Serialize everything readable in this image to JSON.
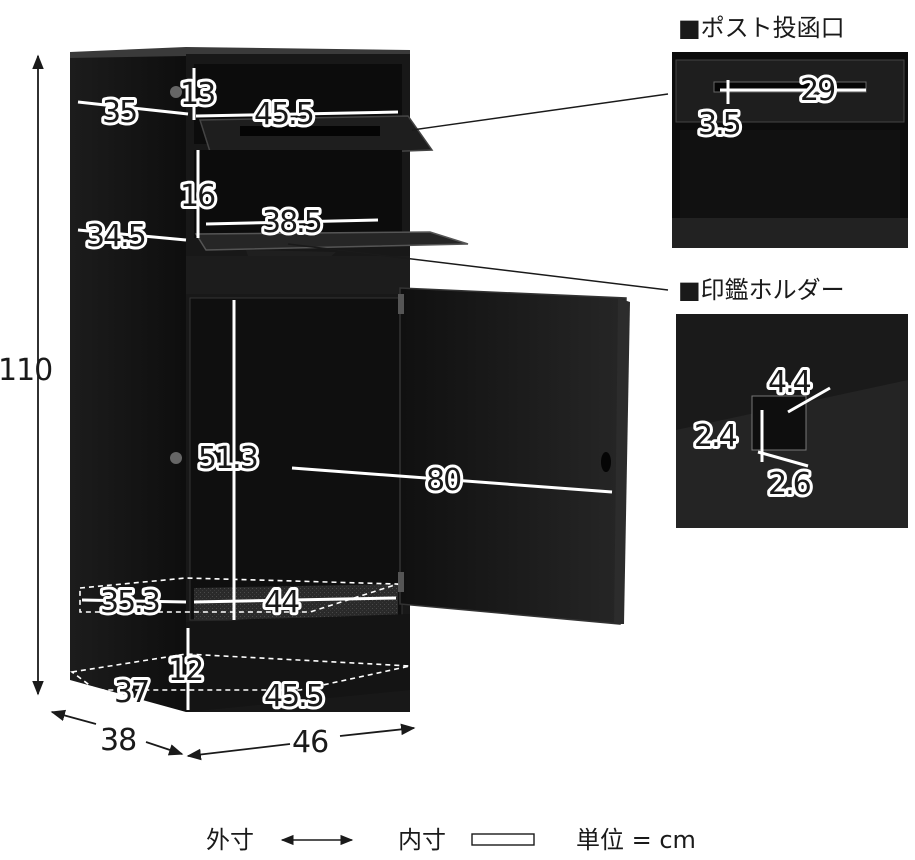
{
  "dimensions": {
    "height_total": "110",
    "depth_outer": "38",
    "width_outer": "46",
    "post_depth": "35",
    "post_height": "13",
    "post_width": "45.5",
    "middle_depth": "34.5",
    "middle_height": "16",
    "middle_width": "38.5",
    "cabinet_height": "51.3",
    "door_height": "80",
    "floor_depth": "35.3",
    "floor_width": "44",
    "base_height": "12",
    "base_depth": "37",
    "base_width": "45.5"
  },
  "callouts": {
    "post_slot": {
      "title": "■ポスト投函口",
      "slot_width": "29",
      "slot_height": "3.5"
    },
    "seal_holder": {
      "title": "■印鑑ホルダー",
      "width": "4.4",
      "height": "2.4",
      "depth": "2.6"
    }
  },
  "legend": {
    "outer_label": "外寸",
    "inner_label": "内寸",
    "unit_text": "単位 = cm"
  },
  "colors": {
    "cabinet": "#141414",
    "cabinet_edge": "#2a2a2a",
    "interior": "#0d0d0d",
    "door": "#161616",
    "dimension_line": "#ffffff",
    "arrow": "#1a1a1a"
  }
}
